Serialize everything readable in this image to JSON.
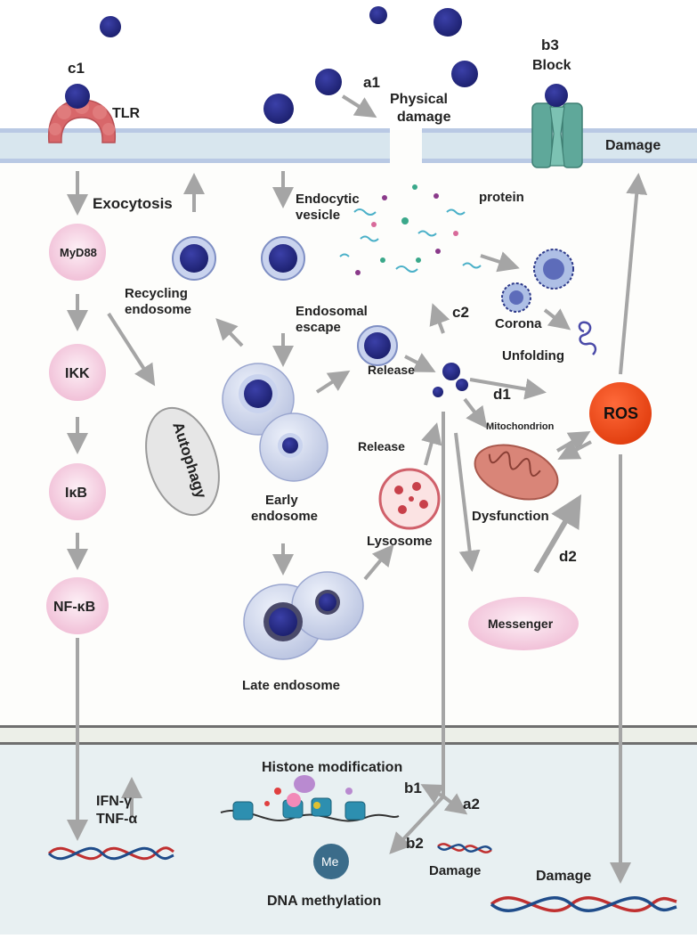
{
  "labels": {
    "c1": "c1",
    "tlr": "TLR",
    "a1": "a1",
    "physical_damage_1": "Physical",
    "physical_damage_2": "damage",
    "b3": "b3",
    "block": "Block",
    "damage_membrane": "Damage",
    "exocytosis": "Exocytosis",
    "endocytic_vesicle_1": "Endocytic",
    "endocytic_vesicle_2": "vesicle",
    "protein": "protein",
    "myd88": "MyD88",
    "recycling_endosome_1": "Recycling",
    "recycling_endosome_2": "endosome",
    "endosomal_escape_1": "Endosomal",
    "endosomal_escape_2": "escape",
    "c2": "c2",
    "corona": "Corona",
    "unfolding": "Unfolding",
    "ikk": "IKK",
    "release_top": "Release",
    "d1": "d1",
    "ros": "ROS",
    "autophagy": "Autophagy",
    "mitochondrion": "Mitochondrion",
    "release_mid": "Release",
    "ikb": "IκB",
    "early_endosome_1": "Early",
    "early_endosome_2": "endosome",
    "lysosome": "Lysosome",
    "dysfunction": "Dysfunction",
    "d2": "d2",
    "nfkb": "NF-κB",
    "messenger": "Messenger",
    "late_endosome": "Late endosome",
    "histone_modification": "Histone modification",
    "b1": "b1",
    "a2": "a2",
    "ifn_gamma": "IFN-γ",
    "tnf_alpha": "TNF-α",
    "b2": "b2",
    "damage_nucleus": "Damage",
    "damage_right": "Damage",
    "me": "Me",
    "dna_methylation": "DNA methylation"
  },
  "colors": {
    "nanoparticle": "#252a8a",
    "membrane": "#b9c9e4",
    "cytoplasm": "#fdfdfb",
    "nucleus": "#e8f0f2",
    "pathway_node": "#f3c6dc",
    "ros": "#ef4a1c",
    "arrow": "#a5a5a5",
    "tlr": "#d8676a",
    "channel": "#5fa89a",
    "mitochondrion": "#d98578"
  },
  "icons": {
    "tlr_receptor": "tlr-receptor-icon",
    "ion_channel": "ion-channel-icon",
    "mitochondrion": "mitochondrion-icon",
    "lysosome": "lysosome-icon",
    "dna": "dna-helix-icon",
    "nucleosome": "nucleosome-icon"
  }
}
